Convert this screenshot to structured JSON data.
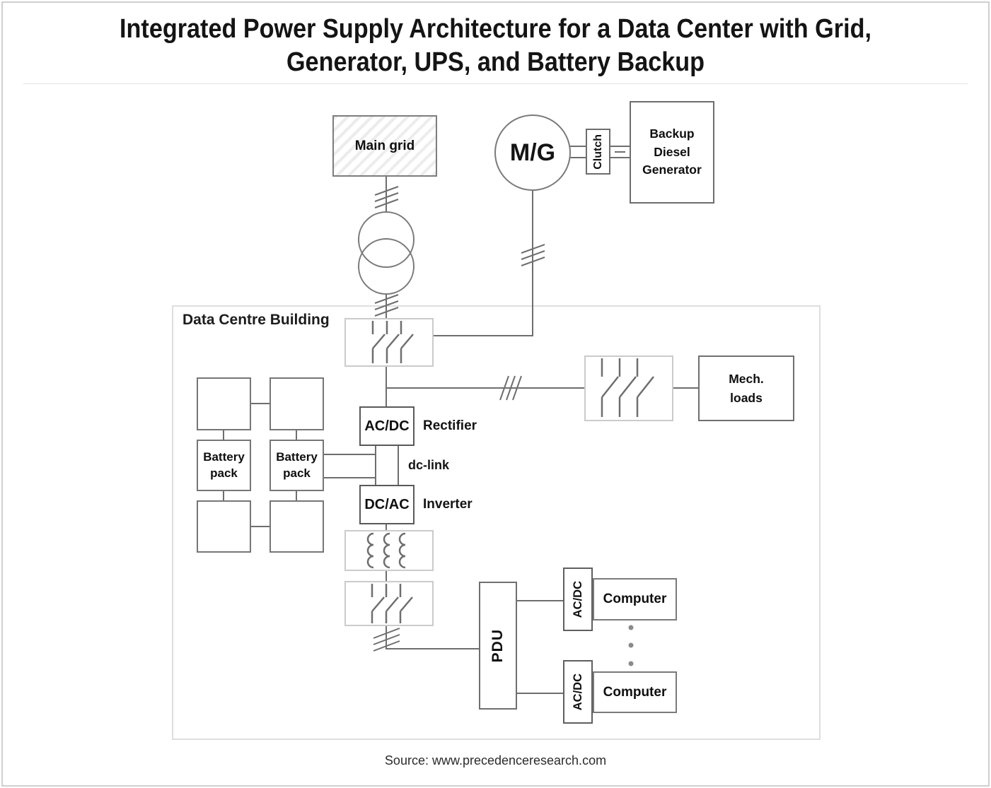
{
  "title": {
    "line1": "Integrated Power Supply Architecture for a Data Center with Grid,",
    "line2": "Generator, UPS, and Battery Backup"
  },
  "source": "Source: www.precedenceresearch.com",
  "diagram": {
    "building_label": "Data Centre Building",
    "main_grid": "Main grid",
    "motor_generator": "M/G",
    "clutch": "Clutch",
    "backup_generator": "Backup Diesel Generator",
    "mech_loads": "Mech. loads",
    "rectifier_box": "AC/DC",
    "rectifier_label": "Rectifier",
    "dc_link_label": "dc-link",
    "inverter_box": "DC/AC",
    "inverter_label": "Inverter",
    "battery_packs": [
      "Battery pack",
      "Battery pack"
    ],
    "pdu": "PDU",
    "server_converters": [
      "AC/DC",
      "AC/DC"
    ],
    "computers": [
      "Computer",
      "Computer"
    ]
  },
  "colors": {
    "wire": "#6e6e6e",
    "box_border_dark": "#595959",
    "box_border_mid": "#7a7a7a",
    "box_border_light": "#cbcbcb",
    "building_border": "#dedede",
    "text": "#111111",
    "hatch": "#ececec"
  }
}
